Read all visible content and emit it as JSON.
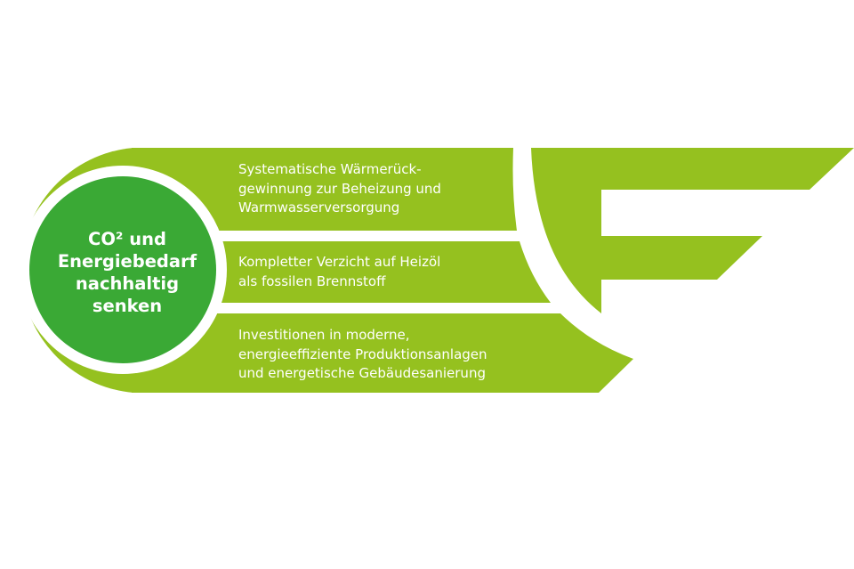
{
  "colors": {
    "light_green": "#95c11f",
    "dark_green": "#3aa935",
    "background": "#ffffff"
  },
  "center": {
    "lines": [
      "CO² und",
      "Energiebedarf",
      "nachhaltig",
      "senken"
    ]
  },
  "bands": [
    {
      "lines": [
        "Systematische Wärmerück-",
        "gewinnung zur Beheizung und",
        "Warmwasserversorgung"
      ]
    },
    {
      "lines": [
        "Kompletter Verzicht auf Heizöl",
        "als fossilen Brennstoff"
      ]
    },
    {
      "lines": [
        "Investitionen in moderne,",
        "energieeffiziente Produktionsanlagen",
        "und energetische Gebäudesanierung"
      ]
    }
  ]
}
